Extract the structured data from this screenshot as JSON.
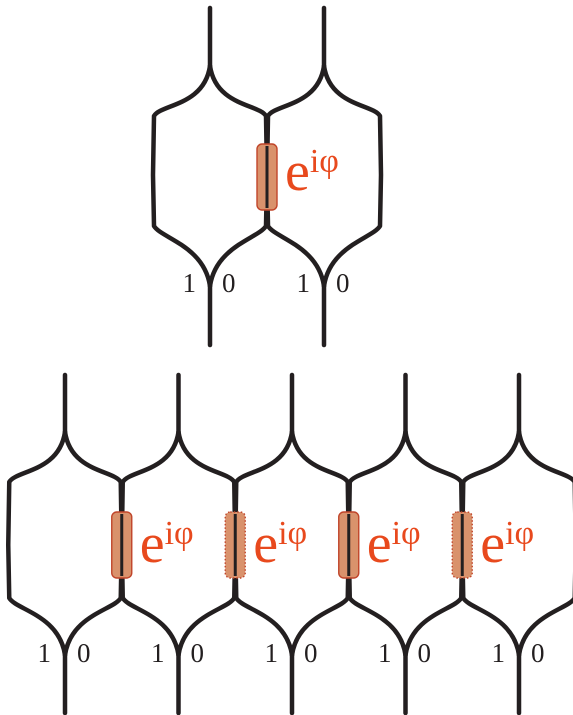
{
  "colors": {
    "waveguide": "#231f20",
    "phase_text": "#e8491d",
    "coupler_fill": "#d9926c",
    "coupler_stroke": "#c0452a"
  },
  "phase": {
    "base": "e",
    "superscript": "iφ"
  },
  "port_labels": {
    "left": "1",
    "right": "0"
  },
  "top_array": {
    "cells": 2,
    "couplers": [
      "solid"
    ]
  },
  "bottom_array": {
    "cells": 5,
    "couplers": [
      "solid",
      "dotted",
      "solid",
      "dotted"
    ]
  }
}
